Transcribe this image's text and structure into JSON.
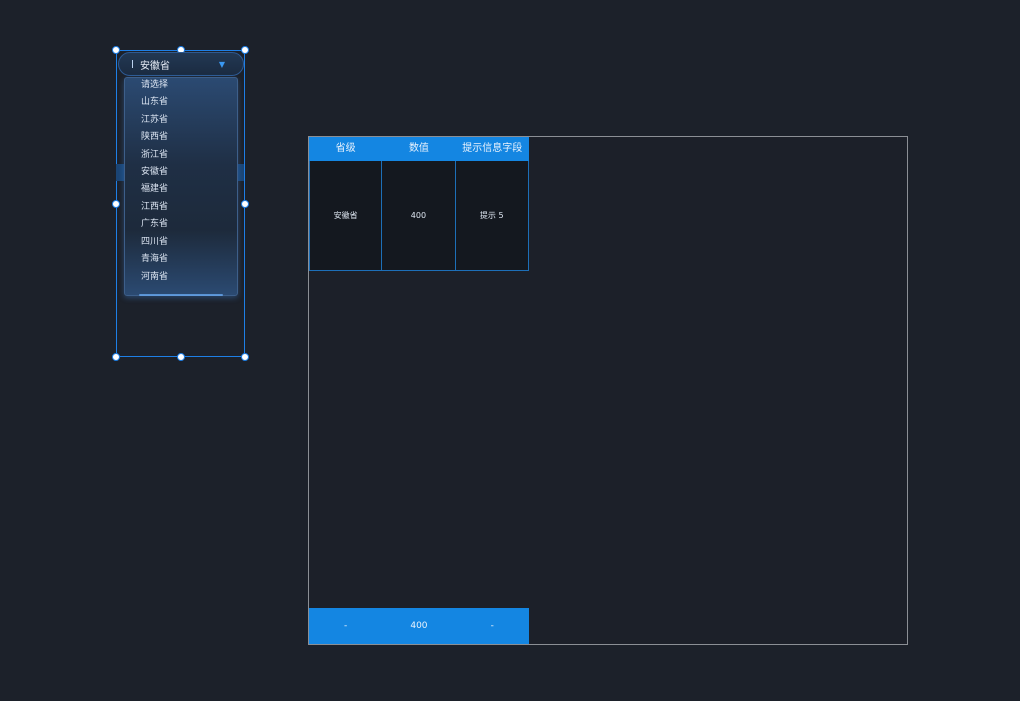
{
  "dropdown": {
    "selected_value": "安徽省",
    "arrow_icon": "caret-down-icon",
    "options": [
      "请选择",
      "山东省",
      "江苏省",
      "陕西省",
      "浙江省",
      "安徽省",
      "福建省",
      "江西省",
      "广东省",
      "四川省",
      "青海省",
      "河南省"
    ],
    "selected_index": 5
  },
  "table": {
    "headers": [
      "省级",
      "数值",
      "提示信息字段"
    ],
    "rows": [
      [
        "安徽省",
        "400",
        "提示 5"
      ]
    ],
    "footer": [
      "-",
      "400",
      "-"
    ]
  },
  "colors": {
    "accent": "#1486e2",
    "background": "#1c212a",
    "selection": "#1e7fe6"
  }
}
